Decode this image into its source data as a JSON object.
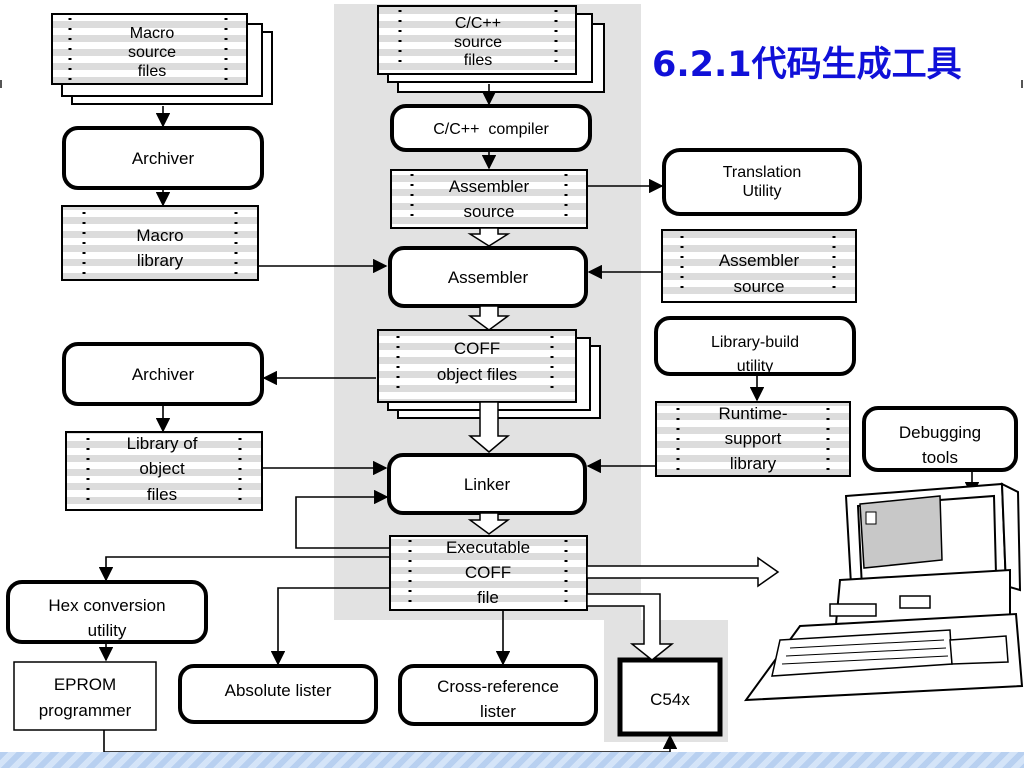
{
  "title": "6.2.1代码生成工具",
  "nodes": {
    "macro_source": [
      "Macro",
      "source",
      "files"
    ],
    "archiver_top": "Archiver",
    "macro_library": [
      "Macro",
      "library"
    ],
    "archiver_bottom": "Archiver",
    "library_of_object": [
      "Library of",
      "object",
      "files"
    ],
    "cpp_source": [
      "C/C++",
      "source",
      "files"
    ],
    "cpp_compiler": "C/C++  compiler",
    "assembler_source_center": [
      "Assembler",
      "source"
    ],
    "assembler": "Assembler",
    "coff_object": [
      "COFF",
      "object files"
    ],
    "linker": "Linker",
    "executable_coff": [
      "Executable",
      "COFF",
      "file"
    ],
    "translation_utility": [
      "Translation",
      "Utility"
    ],
    "assembler_source_right": [
      "Assembler",
      "source"
    ],
    "library_build": [
      "Library-build",
      "utility"
    ],
    "runtime_support": [
      "Runtime-",
      "support",
      "library"
    ],
    "debugging_tools": [
      "Debugging",
      "tools"
    ],
    "hex_conversion": [
      "Hex conversion",
      "utility"
    ],
    "eprom_programmer": [
      "EPROM",
      "programmer"
    ],
    "absolute_lister": "Absolute lister",
    "cross_reference": [
      "Cross-reference",
      "lister"
    ],
    "c54x": "C54x"
  },
  "colors": {
    "title": "#1010d8",
    "center_band": "#e2e2e2",
    "stripe": "#dcdcdc",
    "line": "#000000"
  }
}
